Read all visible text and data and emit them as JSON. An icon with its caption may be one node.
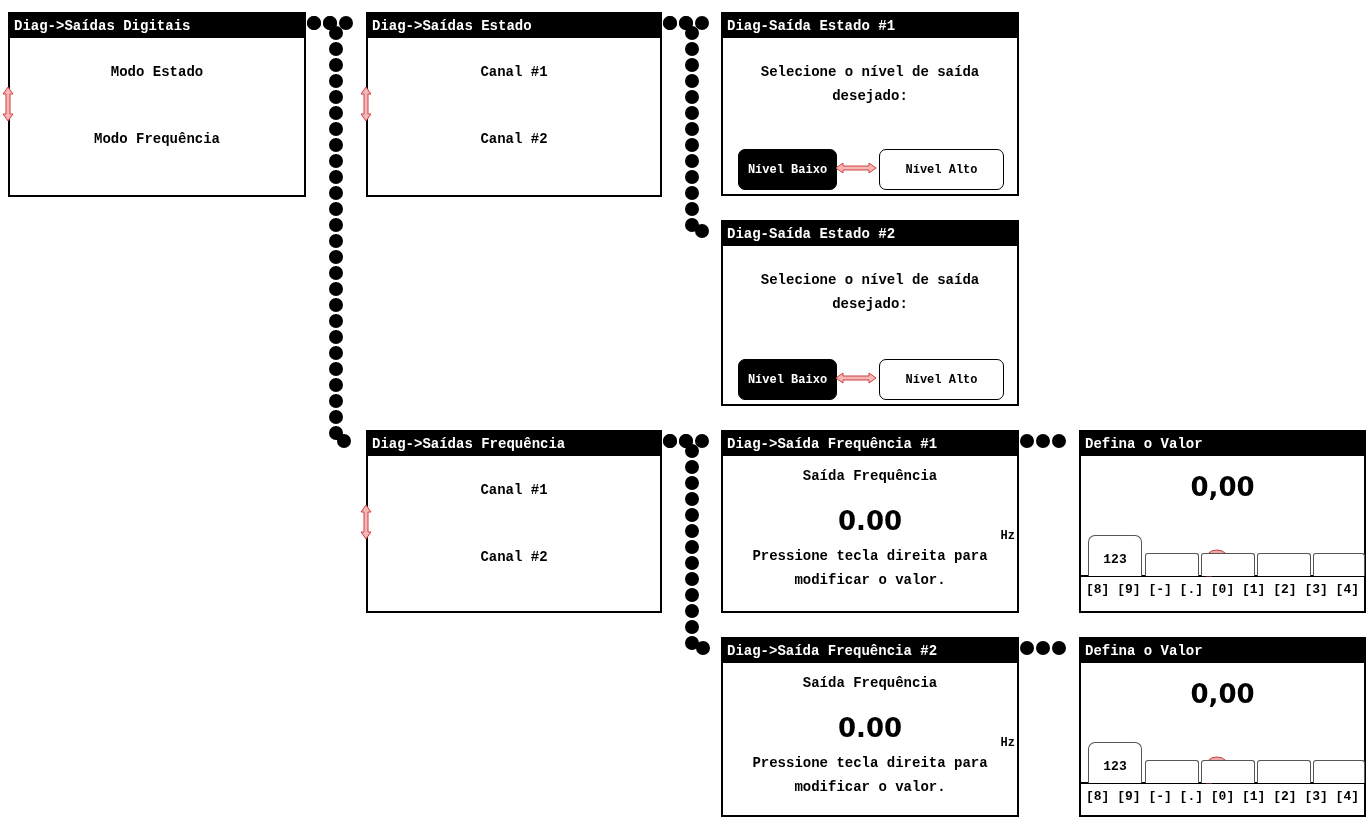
{
  "diagram": {
    "nodes": [
      {
        "text": [
          "Diag->Saídas Digitais",
          "Modo Estado",
          "Modo Frequência"
        ]
      },
      {
        "text": [
          "Diag->Saídas Estado",
          "Canal #1",
          "Canal #2"
        ]
      },
      {
        "text": [
          "Diag-Saída Estado #1",
          "Selecione o nível de saída desejado:"
        ]
      },
      {
        "text": [
          "Nível Baixo"
        ],
        "in": 2
      },
      {
        "text": [
          "Nível Alto"
        ],
        "in": 2
      },
      {
        "text": [
          "Diag-Saída Estado #2",
          "Selecione o nível de saída desejado:"
        ]
      },
      {
        "text": [
          "Nível Baixo"
        ],
        "in": 5
      },
      {
        "text": [
          "Nível Alto"
        ],
        "in": 5
      },
      {
        "text": [
          "Diag->Saídas Frequência",
          "Canal #1",
          "Canal #2"
        ]
      },
      {
        "text": [
          "Diag->Saída Frequência #1",
          "Saída Frequência",
          "0.00",
          "Hz",
          "Pressione tecla direita para modificar o valor."
        ]
      },
      {
        "text": [
          "Defina o Valor",
          "0,00",
          "[8] [9] [-] [.] [0] [1] [2] [3] [4]"
        ]
      },
      {
        "text": [
          "123"
        ],
        "in": 10
      },
      {
        "text": [],
        "shape": "box",
        "in": 10
      },
      {
        "text": [],
        "shape": "box",
        "in": 10
      },
      {
        "text": [],
        "shape": "box",
        "in": 10
      },
      {
        "text": [],
        "shape": "box",
        "in": 10
      },
      {
        "text": [
          "Diag->Saída Frequência #2",
          "Saída Frequência",
          "0.00",
          "Hz",
          "Pressione tecla direita para modificar o valor."
        ]
      },
      {
        "text": [
          "Defina o Valor",
          "0,00",
          "[8] [9] [-] [.] [0] [1] [2] [3] [4]"
        ]
      },
      {
        "text": [
          "123"
        ],
        "in": 17
      },
      {
        "text": [],
        "shape": "box",
        "in": 17
      },
      {
        "text": [],
        "shape": "box",
        "in": 17
      },
      {
        "text": [],
        "shape": "box",
        "in": 17
      },
      {
        "text": [],
        "shape": "box",
        "in": 17
      }
    ],
    "edges": [
      {
        "from": 3,
        "to": 4,
        "arrow": "both"
      },
      {
        "from": 6,
        "to": 7,
        "arrow": "both"
      },
      {
        "from": 0,
        "to": 1,
        "arrow": "none"
      },
      {
        "from": 0,
        "to": 8,
        "arrow": "none"
      },
      {
        "from": 1,
        "to": 2,
        "arrow": "none"
      },
      {
        "from": 1,
        "to": 5,
        "arrow": "none"
      },
      {
        "from": 8,
        "to": 9,
        "arrow": "none"
      },
      {
        "from": 8,
        "to": 16,
        "arrow": "none"
      },
      {
        "from": 9,
        "to": 10,
        "arrow": "none"
      },
      {
        "from": 16,
        "to": 17,
        "arrow": "none"
      }
    ]
  }
}
